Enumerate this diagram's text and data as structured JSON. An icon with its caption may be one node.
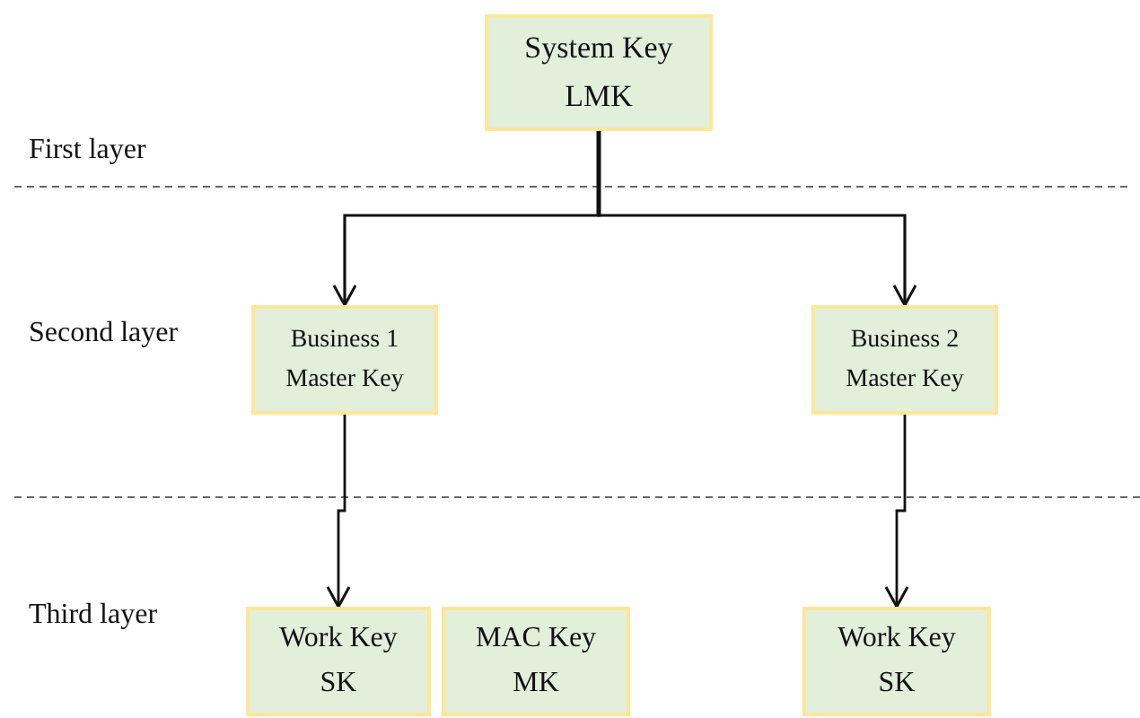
{
  "diagram": {
    "nodes": [
      {
        "text": [
          "System Key",
          "LMK"
        ]
      },
      {
        "text": [
          "Business 1",
          "Master Key"
        ]
      },
      {
        "text": [
          "Business 2",
          "Master Key"
        ]
      },
      {
        "text": [
          "Work Key",
          "SK"
        ]
      },
      {
        "text": [
          "MAC Key",
          "MK"
        ]
      },
      {
        "text": [
          "Work Key",
          "SK"
        ]
      }
    ],
    "edges": [
      {
        "from": 0,
        "to": 1,
        "arrow": "to"
      },
      {
        "from": 0,
        "to": 2,
        "arrow": "to"
      },
      {
        "from": 1,
        "to": 3,
        "arrow": "to"
      },
      {
        "from": 2,
        "to": 5,
        "arrow": "to"
      }
    ],
    "labels": [
      "First layer",
      "Second layer",
      "Third layer"
    ]
  }
}
